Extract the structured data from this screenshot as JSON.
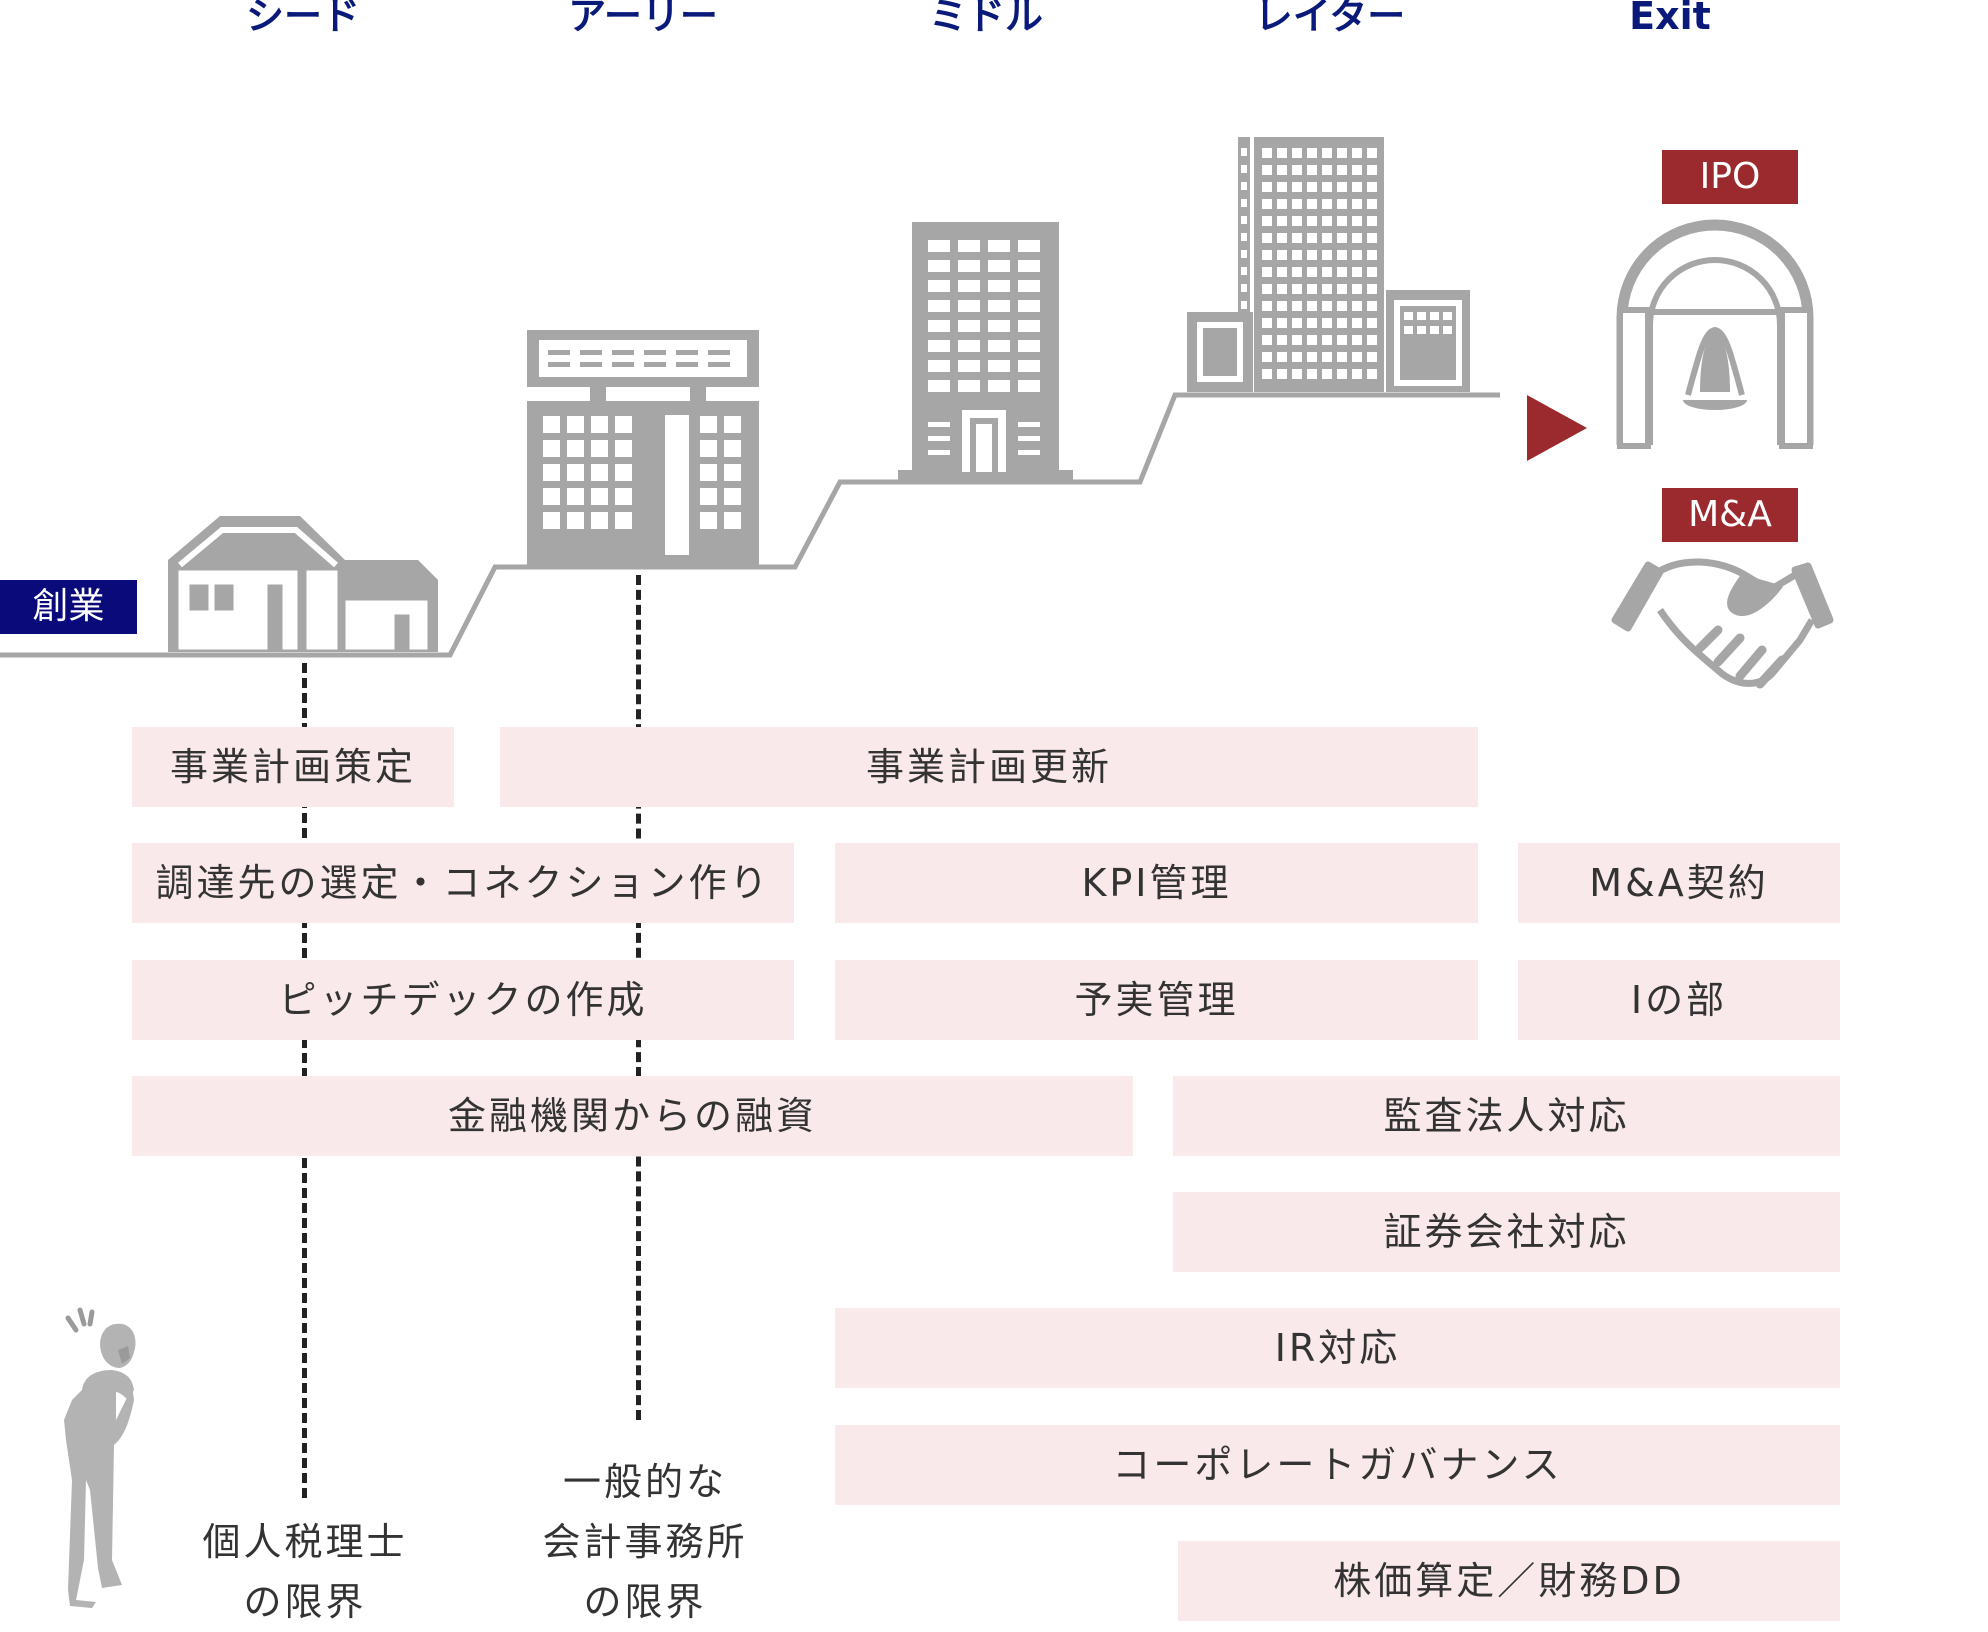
{
  "stages": [
    "シード",
    "アーリー",
    "ミドル",
    "レイター",
    "Exit"
  ],
  "tags": {
    "founding": "創業",
    "ipo": "IPO",
    "ma": "M&A"
  },
  "tasks": {
    "business_plan": "事業計画策定",
    "business_plan_update": "事業計画更新",
    "funding_connections": "調達先の選定・コネクション作り",
    "kpi": "KPI管理",
    "ma_contract": "M&A契約",
    "pitch_deck": "ピッチデックの作成",
    "budget_actual": "予実管理",
    "i_section": "Iの部",
    "bank_loan": "金融機関からの融資",
    "audit_firm": "監査法人対応",
    "securities_firm": "証券会社対応",
    "ir": "IR対応",
    "governance": "コーポレートガバナンス",
    "valuation_dd": "株価算定／財務DD"
  },
  "limits": {
    "tax_accountant": [
      "個人税理士",
      "の限界"
    ],
    "accounting_firm": [
      "一般的な",
      "会計事務所",
      "の限界"
    ]
  },
  "colors": {
    "stage_text": "#0a1a7a",
    "founding_tag": "#0a0a7a",
    "exit_accent": "#9a2a2e",
    "task_bg": "#f9e9ea",
    "icon_gray": "#a6a6a6"
  }
}
